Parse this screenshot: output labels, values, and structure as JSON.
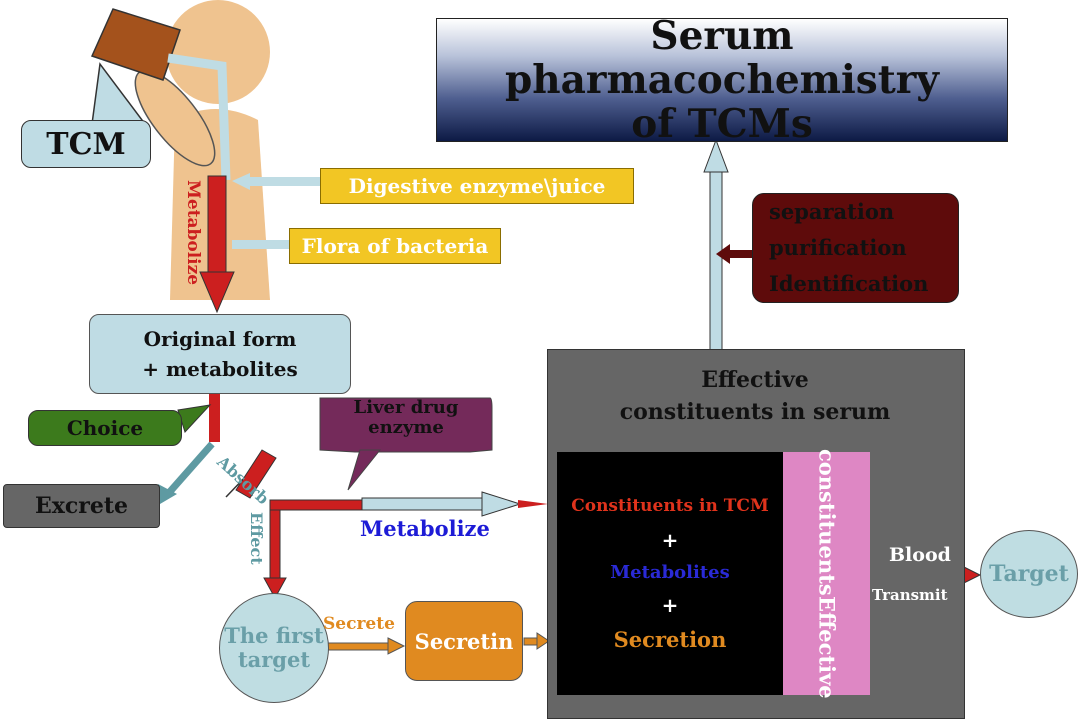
{
  "title": {
    "line1": "Serum pharmacochemistry",
    "line2": "of TCMs"
  },
  "tcm_label": "TCM",
  "body_labels": {
    "metabolize_vertical": "Metabolize"
  },
  "yellow_boxes": {
    "digestive": "Digestive enzyme\\juice",
    "flora": "Flora of bacteria"
  },
  "purification": [
    "separation",
    "purification",
    "Identification"
  ],
  "original_form": {
    "line1": "Original form",
    "line2": "+  metabolites"
  },
  "choice": "Choice",
  "excrete": "Excrete",
  "absorb": "Absorb",
  "effect": "Effect",
  "liver": {
    "line1": "Liver drug",
    "line2": "enzyme"
  },
  "metabolize_arrow": "Metabolize",
  "effective_panel": {
    "line1": "Effective",
    "line2": "constituents in serum"
  },
  "black_box": {
    "constituents": "Constituents in TCM",
    "plus1": "+",
    "metabolites": "Metabolites",
    "plus2": "+",
    "secretion": "Secretion"
  },
  "pink_box": {
    "line1": "Effective",
    "line2": "constituents"
  },
  "blood": "Blood",
  "transmit": "Transmit",
  "target": "Target",
  "first_target": {
    "line1": "The first",
    "line2": "target"
  },
  "secrete": "Secrete",
  "secretin": "Secretin",
  "colors": {
    "red_arrow": "#cc1f1f",
    "light_blue": "#bfdce4",
    "yellow": "#f2c624",
    "dark_red": "#5e0b0b",
    "green": "#3c7a1c",
    "purple": "#742a5a",
    "orange": "#e08a20",
    "gray_panel": "#666666",
    "pink": "#de87c4"
  }
}
